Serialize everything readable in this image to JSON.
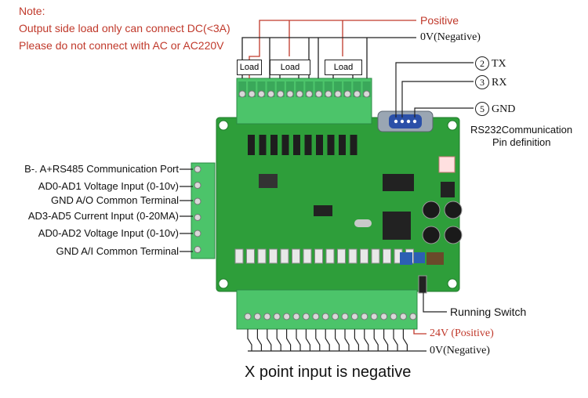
{
  "note": {
    "title": "Note:",
    "line1": "Output side load only can connect DC(<3A)",
    "line2": "Please do not connect with AC or AC220V"
  },
  "top_labels": {
    "positive": "Positive",
    "negative": "0V(Negative)"
  },
  "loads": [
    "Load",
    "Load",
    "Load"
  ],
  "rs232": {
    "pins": [
      {
        "num": "2",
        "label": "TX"
      },
      {
        "num": "3",
        "label": "RX"
      },
      {
        "num": "5",
        "label": "GND"
      }
    ],
    "definition_line1": "RS232Communication",
    "definition_line2": "Pin definition"
  },
  "left_ports": [
    "B-. A+RS485 Communication Port",
    "AD0-AD1 Voltage Input (0-10v)",
    "GND A/O Common Terminal",
    "AD3-AD5 Current Input (0-20MA)",
    "AD0-AD2 Voltage Input (0-10v)",
    "GND A/I  Common Terminal"
  ],
  "running_switch": "Running Switch",
  "bottom_labels": {
    "positive": "24V (Positive)",
    "negative": "0V(Negative)"
  },
  "caption": "X point input is negative",
  "colors": {
    "accent_red": "#c0392b",
    "board_green": "#2e9e3a",
    "terminal_green": "#4cc46a"
  }
}
